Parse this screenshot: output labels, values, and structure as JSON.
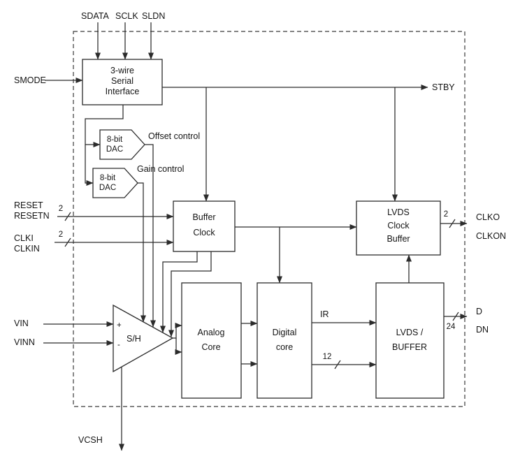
{
  "colors": {
    "line": "#2b2b2b",
    "text": "#141414",
    "background": "#ffffff"
  },
  "blocks": {
    "serial_interface": {
      "line1": "3-wire",
      "line2": "Serial",
      "line3": "Interface"
    },
    "dac_offset": {
      "line1": "8-bit",
      "line2": "DAC"
    },
    "dac_gain": {
      "line1": "8-bit",
      "line2": "DAC"
    },
    "buffer_clock": {
      "line1": "Buffer",
      "line2": "Clock"
    },
    "lvds_clock_buffer": {
      "line1": "LVDS",
      "line2": "Clock",
      "line3": "Buffer"
    },
    "sample_hold": {
      "label": "S/H",
      "plus": "+",
      "minus": "-"
    },
    "analog_core": {
      "line1": "Analog",
      "line2": "Core"
    },
    "digital_core": {
      "line1": "Digital",
      "line2": "core"
    },
    "lvds_buffer": {
      "line1": "LVDS /",
      "line2": "BUFFER"
    }
  },
  "pins": {
    "sdata": "SDATA",
    "sclk": "SCLK",
    "sldn": "SLDN",
    "smode": "SMODE",
    "stby": "STBY",
    "reset": "RESET",
    "resetn": "RESETN",
    "clki": "CLKI",
    "clkin": "CLKIN",
    "vin": "VIN",
    "vinn": "VINN",
    "vcsh": "VCSH",
    "clko": "CLKO",
    "clkon": "CLKON",
    "d": "D",
    "dn": "DN"
  },
  "labels": {
    "offset_control": "Offset control",
    "gain_control": "Gain control",
    "ir": "IR",
    "bus_reset_width": "2",
    "bus_clk_width": "2",
    "bus_clko_width": "2",
    "bus_data12_width": "12",
    "bus_data24_width": "24"
  }
}
